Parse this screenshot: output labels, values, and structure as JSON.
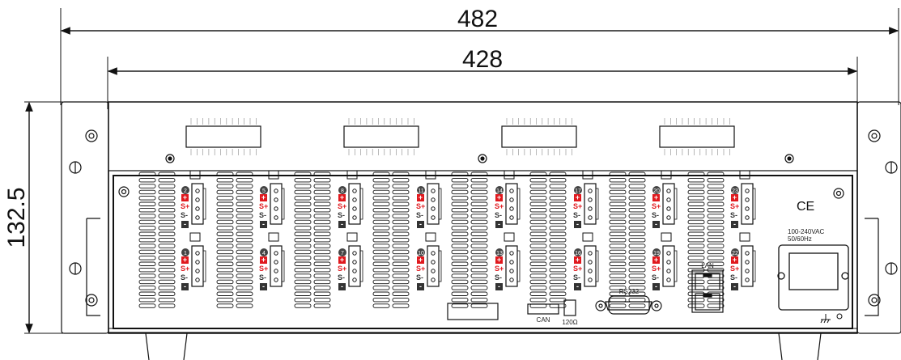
{
  "dimensions": {
    "overall_width": "482",
    "panel_width": "428",
    "height": "132.5"
  },
  "labels": {
    "ce_mark": "CE",
    "power_rating_line1": "100-240VAC",
    "power_rating_line2": "50/60Hz",
    "lan": "LAN",
    "rs232": "RS232",
    "can": "CAN",
    "termination": "120Ω"
  },
  "channel_top_row": [
    "2",
    "5",
    "8",
    "11",
    "14",
    "17",
    "20",
    "23"
  ],
  "channel_bottom_row": [
    "1",
    "4",
    "7",
    "10",
    "13",
    "16",
    "19",
    "22"
  ],
  "terminal_signs": [
    "+",
    "S+",
    "S-",
    "-"
  ],
  "colors": {
    "line": "#111111",
    "accent_red": "#e0191e",
    "channel_badge": "#444444"
  }
}
